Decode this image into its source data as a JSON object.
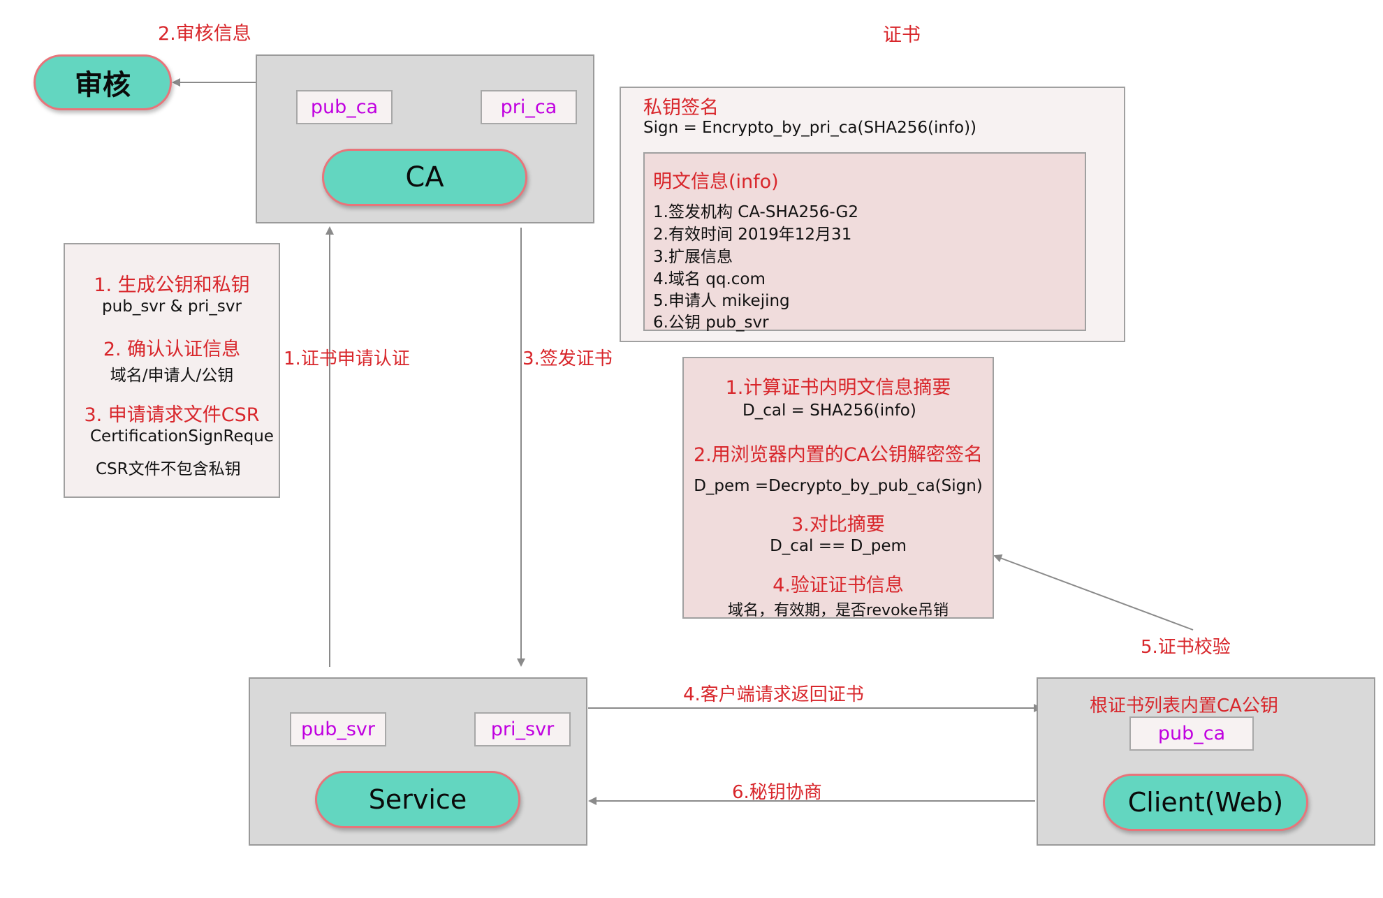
{
  "labels": {
    "audit_info": "2.审核信息",
    "certificate": "证书",
    "apply": "1.证书申请认证",
    "issue": "3.签发证书",
    "client_request": "4.客户端请求返回证书",
    "verify": "5.证书校验",
    "negotiate": "6.秘钥协商"
  },
  "audit_node": {
    "label": "审核"
  },
  "ca_node": {
    "label": "CA",
    "pub_key": "pub_ca",
    "pri_key": "pri_ca"
  },
  "service_node": {
    "label": "Service",
    "pub_key": "pub_svr",
    "pri_key": "pri_svr"
  },
  "client_node": {
    "label": "Client(Web)",
    "root_title": "根证书列表内置CA公钥",
    "pub_key": "pub_ca"
  },
  "steps_panel": {
    "s1_title": "1. 生成公钥和私钥",
    "s1_text": "pub_svr & pri_svr",
    "s2_title": "2. 确认认证信息",
    "s2_text": "域名/申请人/公钥",
    "s3_title": "3. 申请请求文件CSR",
    "s3_text1": "CertificationSignReque",
    "s3_text2": "CSR文件不包含私钥"
  },
  "cert_panel": {
    "sign_title": "私钥签名",
    "sign_formula": "Sign = Encrypto_by_pri_ca(SHA256(info))",
    "info_title": "明文信息(info)",
    "info_items": [
      "1.签发机构 CA-SHA256-G2",
      "2.有效时间 2019年12月31",
      "3.扩展信息",
      "4.域名 qq.com",
      "5.申请人 mikejing",
      "6.公钥 pub_svr"
    ]
  },
  "verify_panel": {
    "v1_title": "1.计算证书内明文信息摘要",
    "v1_text": "D_cal = SHA256(info)",
    "v2_title": "2.用浏览器内置的CA公钥解密签名",
    "v2_text": "D_pem =Decrypto_by_pub_ca(Sign)",
    "v3_title": "3.对比摘要",
    "v3_text": "D_cal == D_pem",
    "v4_title": "4.验证证书信息",
    "v4_text": "域名，有效期，是否revoke吊销"
  },
  "colors": {
    "pill_fill": "#63d6c0",
    "pill_border": "#e8747a",
    "label_red": "#d8262b",
    "key_purple": "#c000e0",
    "node_gray": "#d9d9d9"
  }
}
